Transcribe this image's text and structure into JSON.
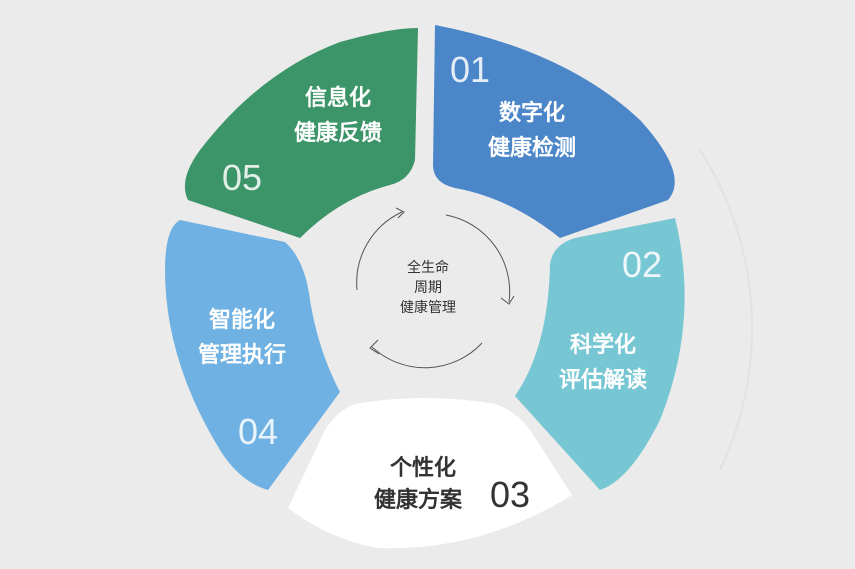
{
  "center": {
    "lines": [
      "全生命",
      "周期",
      "健康管理"
    ]
  },
  "segments": [
    {
      "id": "seg-1",
      "number": "01",
      "title_line1": "数字化",
      "title_line2": "健康检测",
      "color": "#4b86c8",
      "text_color": "#ffffff"
    },
    {
      "id": "seg-2",
      "number": "02",
      "title_line1": "科学化",
      "title_line2": "评估解读",
      "color": "#77c6d3",
      "text_color": "#ffffff"
    },
    {
      "id": "seg-3",
      "number": "03",
      "title_line1": "个性化",
      "title_line2": "健康方案",
      "color": "#ffffff",
      "text_color": "#333333"
    },
    {
      "id": "seg-4",
      "number": "04",
      "title_line1": "智能化",
      "title_line2": "管理执行",
      "color": "#6fb1e2",
      "text_color": "#ffffff"
    },
    {
      "id": "seg-5",
      "number": "05",
      "title_line1": "信息化",
      "title_line2": "健康反馈",
      "color": "#3c9569",
      "text_color": "#ffffff"
    }
  ],
  "background": "#ebebeb"
}
